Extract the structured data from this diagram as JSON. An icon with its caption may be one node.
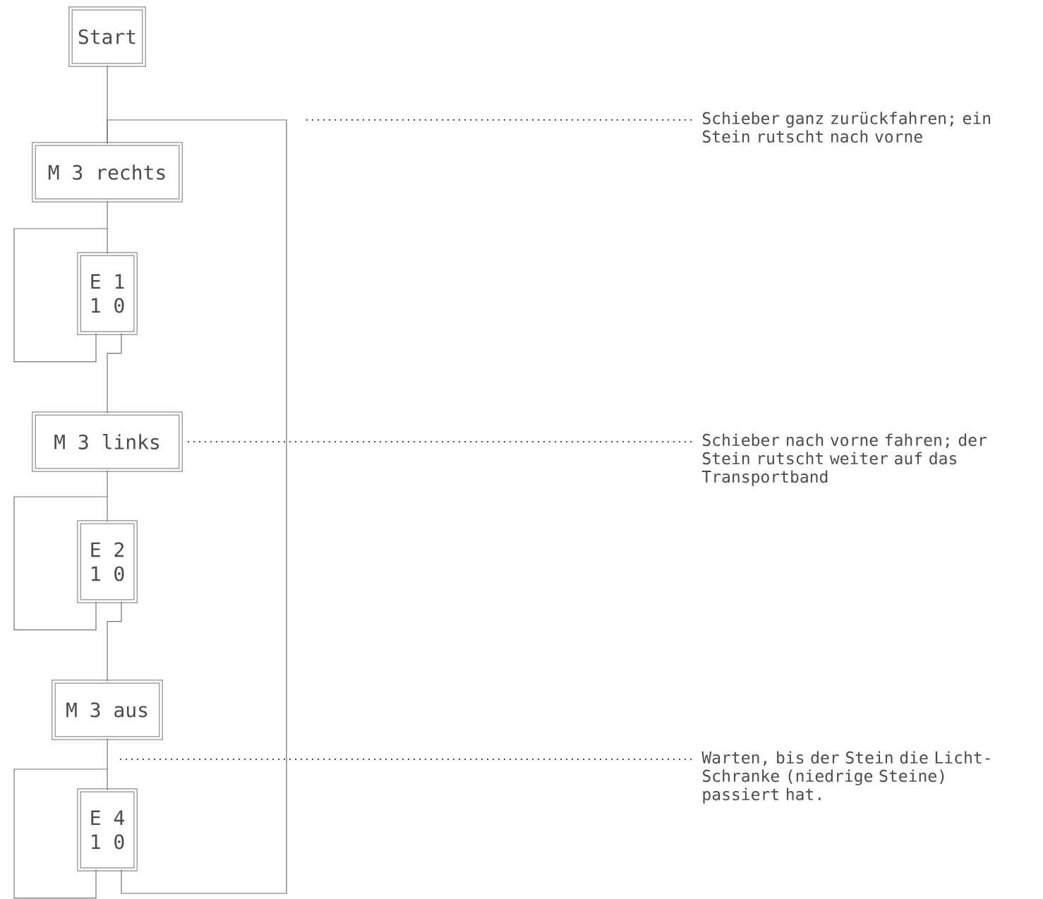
{
  "diagram": {
    "nodes": [
      {
        "text": [
          "Start"
        ]
      },
      {
        "text": [
          "M 3 rechts"
        ]
      },
      {
        "text": [
          "E 1",
          "1 0"
        ]
      },
      {
        "text": [
          "M 3  links"
        ]
      },
      {
        "text": [
          "E 2",
          "1 0"
        ]
      },
      {
        "text": [
          "M 3 aus"
        ]
      },
      {
        "text": [
          "E 4",
          "1 0"
        ]
      },
      {
        "text": [
          "Schieber ganz zurückfahren; ein Stein rutscht nach vorne"
        ]
      },
      {
        "text": [
          "Schieber nach vorne fahren; der Stein rutscht weiter auf das Transportband"
        ]
      },
      {
        "text": [
          "Warten, bis der Stein die Licht-Schranke (niedrige Steine) passiert hat."
        ]
      }
    ],
    "edges": [
      {
        "from": 0,
        "to": 1,
        "arrow": "none"
      },
      {
        "from": 1,
        "to": 2,
        "arrow": "none"
      },
      {
        "from": 2,
        "to": 2,
        "arrow": "none"
      },
      {
        "from": 2,
        "to": 3,
        "arrow": "none"
      },
      {
        "from": 3,
        "to": 4,
        "arrow": "none"
      },
      {
        "from": 4,
        "to": 4,
        "arrow": "none"
      },
      {
        "from": 4,
        "to": 5,
        "arrow": "none"
      },
      {
        "from": 5,
        "to": 6,
        "arrow": "none"
      },
      {
        "from": 6,
        "to": 6,
        "arrow": "none"
      },
      {
        "from": 6,
        "to": 1,
        "arrow": "none"
      },
      {
        "from": 7,
        "to": null,
        "arrow": "none",
        "style": "dashed"
      },
      {
        "from": 8,
        "to": 3,
        "arrow": "none",
        "style": "dashed"
      },
      {
        "from": 9,
        "to": null,
        "arrow": "none",
        "style": "dashed"
      }
    ]
  }
}
